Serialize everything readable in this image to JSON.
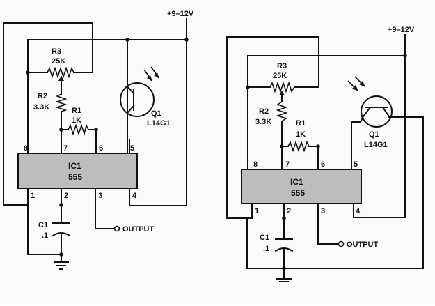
{
  "circuits": [
    {
      "supply": "+9–12V",
      "r3": {
        "name": "R3",
        "value": "25K"
      },
      "r2": {
        "name": "R2",
        "value": "3.3K"
      },
      "r1": {
        "name": "R1",
        "value": "1K"
      },
      "q1": {
        "name": "Q1",
        "part": "L14G1"
      },
      "ic": {
        "name": "IC1",
        "part": "555"
      },
      "c1": {
        "name": "C1",
        "value": ".1"
      },
      "output": "OUTPUT",
      "pins": {
        "p1": "1",
        "p2": "2",
        "p3": "3",
        "p4": "4",
        "p5": "5",
        "p6": "6",
        "p7": "7",
        "p8": "8"
      }
    },
    {
      "supply": "+9–12V",
      "r3": {
        "name": "R3",
        "value": "25K"
      },
      "r2": {
        "name": "R2",
        "value": "3.3K"
      },
      "r1": {
        "name": "R1",
        "value": "1K"
      },
      "q1": {
        "name": "Q1",
        "part": "L14G1"
      },
      "ic": {
        "name": "IC1",
        "part": "555"
      },
      "c1": {
        "name": "C1",
        "value": ".1"
      },
      "output": "OUTPUT",
      "pins": {
        "p1": "1",
        "p2": "2",
        "p3": "3",
        "p4": "4",
        "p5": "5",
        "p6": "6",
        "p7": "7",
        "p8": "8"
      }
    }
  ]
}
